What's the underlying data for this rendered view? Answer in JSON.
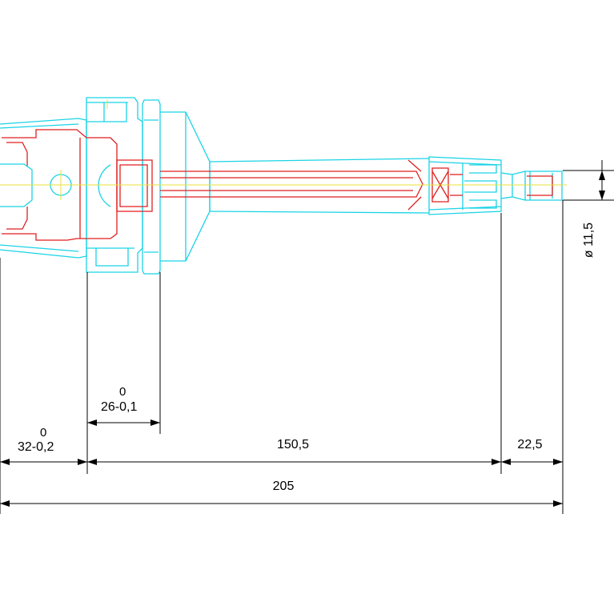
{
  "colors": {
    "outline": "#19d3e6",
    "inner": "#e01f1f",
    "axis": "#e8e23a",
    "dimension": "#000000",
    "background": "#ffffff"
  },
  "dimensions": {
    "shank_length": {
      "upper": "0",
      "lower": "32-0,2"
    },
    "flange_length": {
      "upper": "0",
      "lower": "26-0,1"
    },
    "extension_length": "150,5",
    "collet_length": "22,5",
    "overall_length": "205",
    "diameter": "ø 11,5"
  }
}
